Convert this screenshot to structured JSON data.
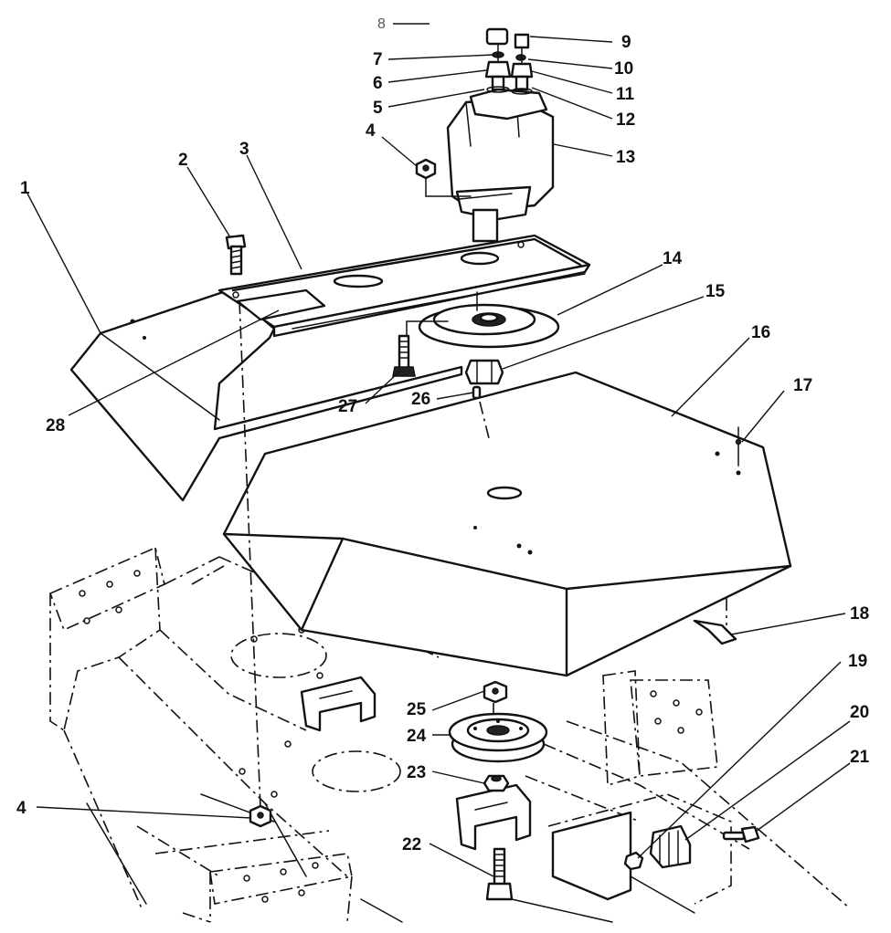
{
  "diagram": {
    "callouts": [
      {
        "id": "1",
        "label": "1"
      },
      {
        "id": "2",
        "label": "2"
      },
      {
        "id": "3",
        "label": "3"
      },
      {
        "id": "4a",
        "label": "4"
      },
      {
        "id": "5",
        "label": "5"
      },
      {
        "id": "6",
        "label": "6"
      },
      {
        "id": "7",
        "label": "7"
      },
      {
        "id": "8",
        "label": "8"
      },
      {
        "id": "9",
        "label": "9"
      },
      {
        "id": "10",
        "label": "10"
      },
      {
        "id": "11",
        "label": "11"
      },
      {
        "id": "12",
        "label": "12"
      },
      {
        "id": "13",
        "label": "13"
      },
      {
        "id": "14",
        "label": "14"
      },
      {
        "id": "15",
        "label": "15"
      },
      {
        "id": "16",
        "label": "16"
      },
      {
        "id": "17",
        "label": "17"
      },
      {
        "id": "18",
        "label": "18"
      },
      {
        "id": "19",
        "label": "19"
      },
      {
        "id": "20",
        "label": "20"
      },
      {
        "id": "21",
        "label": "21"
      },
      {
        "id": "22",
        "label": "22"
      },
      {
        "id": "23",
        "label": "23"
      },
      {
        "id": "24",
        "label": "24"
      },
      {
        "id": "25",
        "label": "25"
      },
      {
        "id": "26",
        "label": "26"
      },
      {
        "id": "27",
        "label": "27"
      },
      {
        "id": "28",
        "label": "28"
      },
      {
        "id": "4b",
        "label": "4"
      }
    ]
  }
}
